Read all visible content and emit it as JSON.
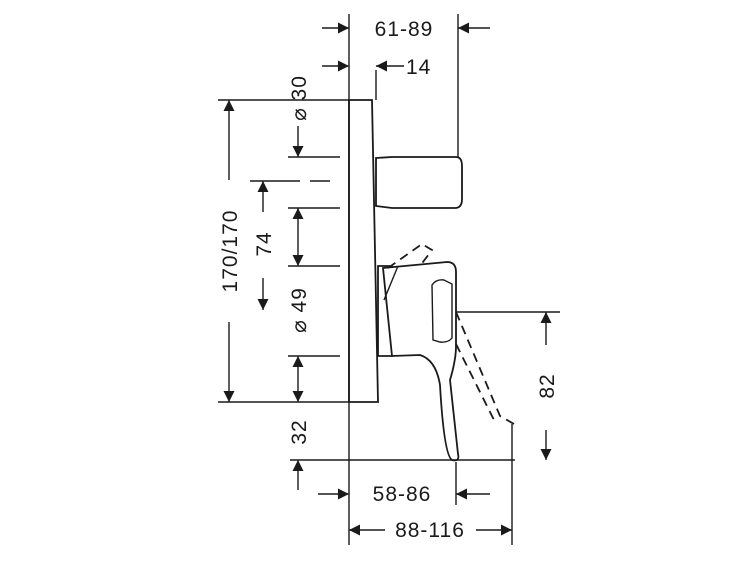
{
  "dimensions": {
    "top_depth": "61-89",
    "handle_offset": "14",
    "diameter_30": "⌀ 30",
    "height_total": "170/170",
    "spacing_74": "74",
    "diameter_49": "⌀ 49",
    "bottom_32": "32",
    "lever_height": "82",
    "lever_depth": "58-86",
    "total_depth": "88-116"
  },
  "colors": {
    "line": "#1a1a1a",
    "background": "#ffffff"
  }
}
